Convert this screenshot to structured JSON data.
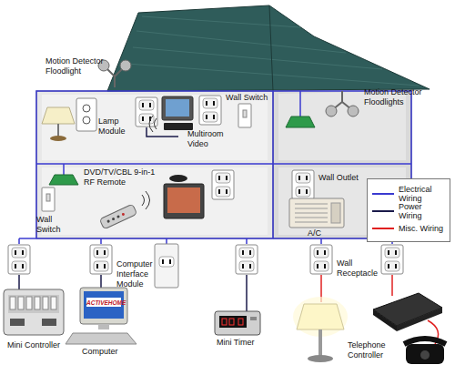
{
  "diagram": {
    "labels": [
      "Motion Detector Floodlight",
      "Lamp Module",
      "Multiroom Video",
      "Wall Switch",
      "Motion Detector Floodlights",
      "DVD/TV/CBL 9-in-1 RF Remote",
      "Wall Outlet",
      "A/C",
      "Wall Switch",
      "Computer Interface Module",
      "Wall Receptacle",
      "Mini Controller",
      "Computer",
      "Mini Timer",
      "Telephone Controller",
      "ACTIVEHOME"
    ],
    "legend": [
      {
        "text": "Electrical Wiring"
      },
      {
        "text": "Power Wiring"
      },
      {
        "text": "Misc. Wiring"
      }
    ]
  }
}
